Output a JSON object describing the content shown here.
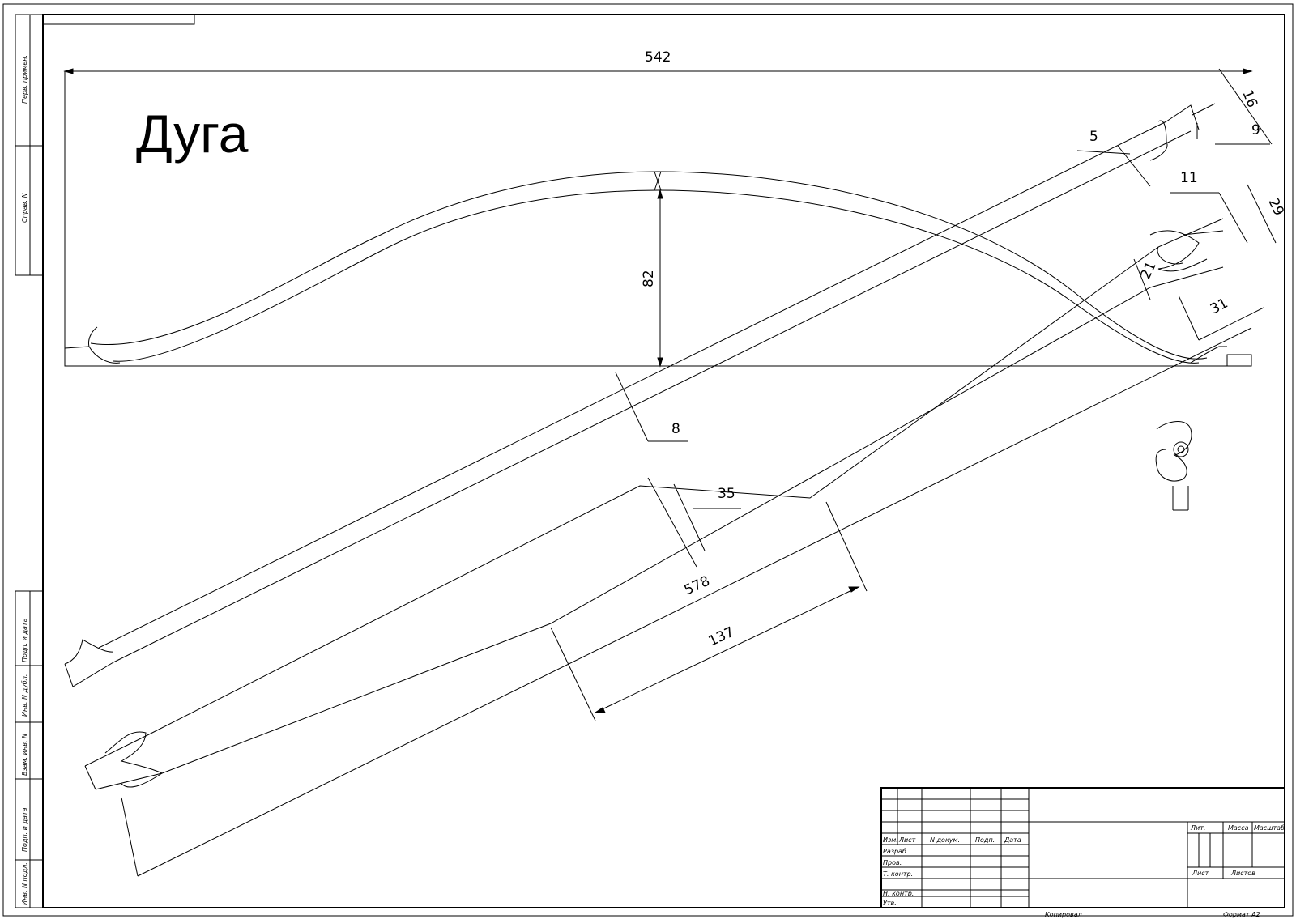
{
  "drawing": {
    "title": "Дуга",
    "dimensions": {
      "overall_length": "542",
      "rise": "82",
      "tip_offset": "5",
      "tip_top": "16",
      "tip_mid": "9",
      "limb_width_a": "11",
      "limb_width_b": "29",
      "limb_width_c": "21",
      "tip_length": "31",
      "thickness": "8",
      "center_width": "35",
      "unbent_length": "578",
      "grip_length": "137"
    }
  },
  "side_stamp": {
    "perv_primen": "Перв. примен.",
    "sprav_no": "Справ. N",
    "podp_data_top": "Подп. и дата",
    "inv_dubl": "Инв. N дубл.",
    "vzam_inv": "Взам. инв. N",
    "podp_data_bottom": "Подп. и дата",
    "inv_podl": "Инв. N подл."
  },
  "title_block": {
    "izm": "Изм.",
    "list": "Лист",
    "n_dokum": "N докум.",
    "podp": "Подп.",
    "data": "Дата",
    "razrab": "Разраб.",
    "prov": "Пров.",
    "t_kontr": "Т. контр.",
    "n_kontr": "Н. контр.",
    "utv": "Утв.",
    "lit": "Лит.",
    "massa": "Масса",
    "masshtab": "Масштаб",
    "list_cell": "Лист",
    "listov": "Листов",
    "kopiroval": "Копировал",
    "format": "Формат  A2"
  }
}
